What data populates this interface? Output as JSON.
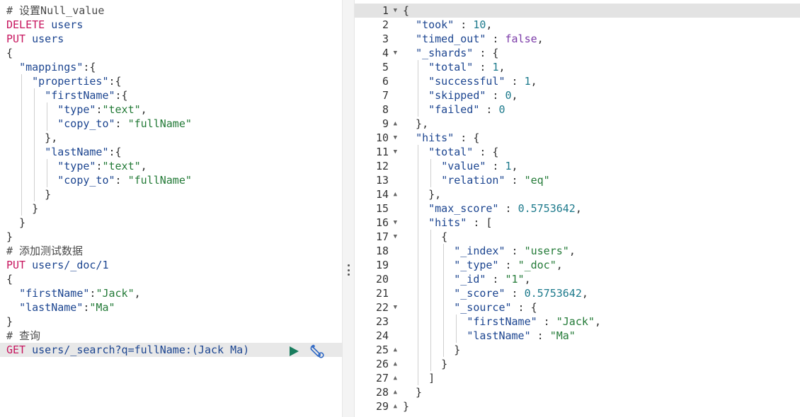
{
  "request_editor": {
    "lines": [
      [
        {
          "t": "# 设置Null_value",
          "c": "comment"
        }
      ],
      [
        {
          "t": "DELETE",
          "c": "method"
        },
        {
          "t": " users",
          "c": "url"
        }
      ],
      [
        {
          "t": "PUT",
          "c": "method"
        },
        {
          "t": " users",
          "c": "url"
        }
      ],
      [
        {
          "t": "{",
          "c": "punc"
        }
      ],
      [
        {
          "t": "  ",
          "c": "punc"
        },
        {
          "t": "\"mappings\"",
          "c": "key"
        },
        {
          "t": ":{",
          "c": "punc"
        }
      ],
      [
        {
          "t": "    ",
          "c": "punc"
        },
        {
          "t": "\"properties\"",
          "c": "key"
        },
        {
          "t": ":{",
          "c": "punc"
        }
      ],
      [
        {
          "t": "      ",
          "c": "punc"
        },
        {
          "t": "\"firstName\"",
          "c": "key"
        },
        {
          "t": ":{",
          "c": "punc"
        }
      ],
      [
        {
          "t": "        ",
          "c": "punc"
        },
        {
          "t": "\"type\"",
          "c": "key"
        },
        {
          "t": ":",
          "c": "punc"
        },
        {
          "t": "\"text\"",
          "c": "str"
        },
        {
          "t": ",",
          "c": "punc"
        }
      ],
      [
        {
          "t": "        ",
          "c": "punc"
        },
        {
          "t": "\"copy_to\"",
          "c": "key"
        },
        {
          "t": ": ",
          "c": "punc"
        },
        {
          "t": "\"fullName\"",
          "c": "str"
        }
      ],
      [
        {
          "t": "      },",
          "c": "punc"
        }
      ],
      [
        {
          "t": "      ",
          "c": "punc"
        },
        {
          "t": "\"lastName\"",
          "c": "key"
        },
        {
          "t": ":{",
          "c": "punc"
        }
      ],
      [
        {
          "t": "        ",
          "c": "punc"
        },
        {
          "t": "\"type\"",
          "c": "key"
        },
        {
          "t": ":",
          "c": "punc"
        },
        {
          "t": "\"text\"",
          "c": "str"
        },
        {
          "t": ",",
          "c": "punc"
        }
      ],
      [
        {
          "t": "        ",
          "c": "punc"
        },
        {
          "t": "\"copy_to\"",
          "c": "key"
        },
        {
          "t": ": ",
          "c": "punc"
        },
        {
          "t": "\"fullName\"",
          "c": "str"
        }
      ],
      [
        {
          "t": "      }",
          "c": "punc"
        }
      ],
      [
        {
          "t": "    }",
          "c": "punc"
        }
      ],
      [
        {
          "t": "  }",
          "c": "punc"
        }
      ],
      [
        {
          "t": "}",
          "c": "punc"
        }
      ],
      [
        {
          "t": "# 添加测试数据",
          "c": "comment"
        }
      ],
      [
        {
          "t": "PUT",
          "c": "method"
        },
        {
          "t": " users/_doc/1",
          "c": "url"
        }
      ],
      [
        {
          "t": "{",
          "c": "punc"
        }
      ],
      [
        {
          "t": "  ",
          "c": "punc"
        },
        {
          "t": "\"firstName\"",
          "c": "key"
        },
        {
          "t": ":",
          "c": "punc"
        },
        {
          "t": "\"Jack\"",
          "c": "str"
        },
        {
          "t": ",",
          "c": "punc"
        }
      ],
      [
        {
          "t": "  ",
          "c": "punc"
        },
        {
          "t": "\"lastName\"",
          "c": "key"
        },
        {
          "t": ":",
          "c": "punc"
        },
        {
          "t": "\"Ma\"",
          "c": "str"
        }
      ],
      [
        {
          "t": "}",
          "c": "punc"
        }
      ],
      [
        {
          "t": "# 查询",
          "c": "comment"
        }
      ],
      [
        {
          "t": "GET",
          "c": "method"
        },
        {
          "t": " users/_search?q=fullName:(Jack Ma)",
          "c": "url"
        }
      ]
    ],
    "active_line": 24
  },
  "response_viewer": {
    "lines": [
      {
        "n": "1",
        "f": "▼",
        "s": [
          {
            "t": "{",
            "c": "punc"
          }
        ]
      },
      {
        "n": "2",
        "f": "",
        "s": [
          {
            "t": "  ",
            "c": "punc"
          },
          {
            "t": "\"took\"",
            "c": "key"
          },
          {
            "t": " : ",
            "c": "punc"
          },
          {
            "t": "10",
            "c": "num"
          },
          {
            "t": ",",
            "c": "punc"
          }
        ]
      },
      {
        "n": "3",
        "f": "",
        "s": [
          {
            "t": "  ",
            "c": "punc"
          },
          {
            "t": "\"timed_out\"",
            "c": "key"
          },
          {
            "t": " : ",
            "c": "punc"
          },
          {
            "t": "false",
            "c": "bool"
          },
          {
            "t": ",",
            "c": "punc"
          }
        ]
      },
      {
        "n": "4",
        "f": "▼",
        "s": [
          {
            "t": "  ",
            "c": "punc"
          },
          {
            "t": "\"_shards\"",
            "c": "key"
          },
          {
            "t": " : {",
            "c": "punc"
          }
        ]
      },
      {
        "n": "5",
        "f": "",
        "s": [
          {
            "t": "    ",
            "c": "punc"
          },
          {
            "t": "\"total\"",
            "c": "key"
          },
          {
            "t": " : ",
            "c": "punc"
          },
          {
            "t": "1",
            "c": "num"
          },
          {
            "t": ",",
            "c": "punc"
          }
        ]
      },
      {
        "n": "6",
        "f": "",
        "s": [
          {
            "t": "    ",
            "c": "punc"
          },
          {
            "t": "\"successful\"",
            "c": "key"
          },
          {
            "t": " : ",
            "c": "punc"
          },
          {
            "t": "1",
            "c": "num"
          },
          {
            "t": ",",
            "c": "punc"
          }
        ]
      },
      {
        "n": "7",
        "f": "",
        "s": [
          {
            "t": "    ",
            "c": "punc"
          },
          {
            "t": "\"skipped\"",
            "c": "key"
          },
          {
            "t": " : ",
            "c": "punc"
          },
          {
            "t": "0",
            "c": "num"
          },
          {
            "t": ",",
            "c": "punc"
          }
        ]
      },
      {
        "n": "8",
        "f": "",
        "s": [
          {
            "t": "    ",
            "c": "punc"
          },
          {
            "t": "\"failed\"",
            "c": "key"
          },
          {
            "t": " : ",
            "c": "punc"
          },
          {
            "t": "0",
            "c": "num"
          }
        ]
      },
      {
        "n": "9",
        "f": "▲",
        "s": [
          {
            "t": "  },",
            "c": "punc"
          }
        ]
      },
      {
        "n": "10",
        "f": "▼",
        "s": [
          {
            "t": "  ",
            "c": "punc"
          },
          {
            "t": "\"hits\"",
            "c": "key"
          },
          {
            "t": " : {",
            "c": "punc"
          }
        ]
      },
      {
        "n": "11",
        "f": "▼",
        "s": [
          {
            "t": "    ",
            "c": "punc"
          },
          {
            "t": "\"total\"",
            "c": "key"
          },
          {
            "t": " : {",
            "c": "punc"
          }
        ]
      },
      {
        "n": "12",
        "f": "",
        "s": [
          {
            "t": "      ",
            "c": "punc"
          },
          {
            "t": "\"value\"",
            "c": "key"
          },
          {
            "t": " : ",
            "c": "punc"
          },
          {
            "t": "1",
            "c": "num"
          },
          {
            "t": ",",
            "c": "punc"
          }
        ]
      },
      {
        "n": "13",
        "f": "",
        "s": [
          {
            "t": "      ",
            "c": "punc"
          },
          {
            "t": "\"relation\"",
            "c": "key"
          },
          {
            "t": " : ",
            "c": "punc"
          },
          {
            "t": "\"eq\"",
            "c": "str"
          }
        ]
      },
      {
        "n": "14",
        "f": "▲",
        "s": [
          {
            "t": "    },",
            "c": "punc"
          }
        ]
      },
      {
        "n": "15",
        "f": "",
        "s": [
          {
            "t": "    ",
            "c": "punc"
          },
          {
            "t": "\"max_score\"",
            "c": "key"
          },
          {
            "t": " : ",
            "c": "punc"
          },
          {
            "t": "0.5753642",
            "c": "num"
          },
          {
            "t": ",",
            "c": "punc"
          }
        ]
      },
      {
        "n": "16",
        "f": "▼",
        "s": [
          {
            "t": "    ",
            "c": "punc"
          },
          {
            "t": "\"hits\"",
            "c": "key"
          },
          {
            "t": " : [",
            "c": "punc"
          }
        ]
      },
      {
        "n": "17",
        "f": "▼",
        "s": [
          {
            "t": "      {",
            "c": "punc"
          }
        ]
      },
      {
        "n": "18",
        "f": "",
        "s": [
          {
            "t": "        ",
            "c": "punc"
          },
          {
            "t": "\"_index\"",
            "c": "key"
          },
          {
            "t": " : ",
            "c": "punc"
          },
          {
            "t": "\"users\"",
            "c": "str"
          },
          {
            "t": ",",
            "c": "punc"
          }
        ]
      },
      {
        "n": "19",
        "f": "",
        "s": [
          {
            "t": "        ",
            "c": "punc"
          },
          {
            "t": "\"_type\"",
            "c": "key"
          },
          {
            "t": " : ",
            "c": "punc"
          },
          {
            "t": "\"_doc\"",
            "c": "str"
          },
          {
            "t": ",",
            "c": "punc"
          }
        ]
      },
      {
        "n": "20",
        "f": "",
        "s": [
          {
            "t": "        ",
            "c": "punc"
          },
          {
            "t": "\"_id\"",
            "c": "key"
          },
          {
            "t": " : ",
            "c": "punc"
          },
          {
            "t": "\"1\"",
            "c": "str"
          },
          {
            "t": ",",
            "c": "punc"
          }
        ]
      },
      {
        "n": "21",
        "f": "",
        "s": [
          {
            "t": "        ",
            "c": "punc"
          },
          {
            "t": "\"_score\"",
            "c": "key"
          },
          {
            "t": " : ",
            "c": "punc"
          },
          {
            "t": "0.5753642",
            "c": "num"
          },
          {
            "t": ",",
            "c": "punc"
          }
        ]
      },
      {
        "n": "22",
        "f": "▼",
        "s": [
          {
            "t": "        ",
            "c": "punc"
          },
          {
            "t": "\"_source\"",
            "c": "key"
          },
          {
            "t": " : {",
            "c": "punc"
          }
        ]
      },
      {
        "n": "23",
        "f": "",
        "s": [
          {
            "t": "          ",
            "c": "punc"
          },
          {
            "t": "\"firstName\"",
            "c": "key"
          },
          {
            "t": " : ",
            "c": "punc"
          },
          {
            "t": "\"Jack\"",
            "c": "str"
          },
          {
            "t": ",",
            "c": "punc"
          }
        ]
      },
      {
        "n": "24",
        "f": "",
        "s": [
          {
            "t": "          ",
            "c": "punc"
          },
          {
            "t": "\"lastName\"",
            "c": "key"
          },
          {
            "t": " : ",
            "c": "punc"
          },
          {
            "t": "\"Ma\"",
            "c": "str"
          }
        ]
      },
      {
        "n": "25",
        "f": "▲",
        "s": [
          {
            "t": "        }",
            "c": "punc"
          }
        ]
      },
      {
        "n": "26",
        "f": "▲",
        "s": [
          {
            "t": "      }",
            "c": "punc"
          }
        ]
      },
      {
        "n": "27",
        "f": "▲",
        "s": [
          {
            "t": "    ]",
            "c": "punc"
          }
        ]
      },
      {
        "n": "28",
        "f": "▲",
        "s": [
          {
            "t": "  }",
            "c": "punc"
          }
        ]
      },
      {
        "n": "29",
        "f": "▲",
        "s": [
          {
            "t": "}",
            "c": "punc"
          }
        ]
      }
    ],
    "active_line": 0
  },
  "actions": {
    "run_icon": "play-icon",
    "settings_icon": "wrench-icon"
  },
  "colors": {
    "method": "#c7155e",
    "key": "#1c4590",
    "string": "#237a37",
    "number": "#1d7a8c",
    "boolean": "#7b3aa8",
    "run_button": "#1a7d5e",
    "settings_icon": "#2e67c4"
  }
}
